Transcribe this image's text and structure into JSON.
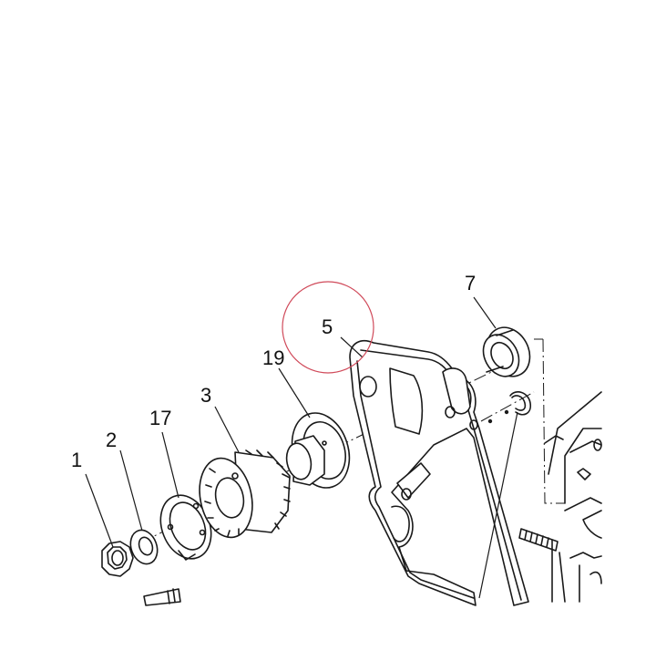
{
  "diagram": {
    "callouts": [
      {
        "id": "1",
        "label": "1"
      },
      {
        "id": "2",
        "label": "2"
      },
      {
        "id": "17",
        "label": "17"
      },
      {
        "id": "3",
        "label": "3"
      },
      {
        "id": "19",
        "label": "19"
      },
      {
        "id": "5",
        "label": "5"
      },
      {
        "id": "7",
        "label": "7"
      }
    ],
    "highlight": {
      "target": "5",
      "color": "#d04a5a"
    },
    "line_color": "#1a1a1a",
    "background": "#ffffff"
  }
}
